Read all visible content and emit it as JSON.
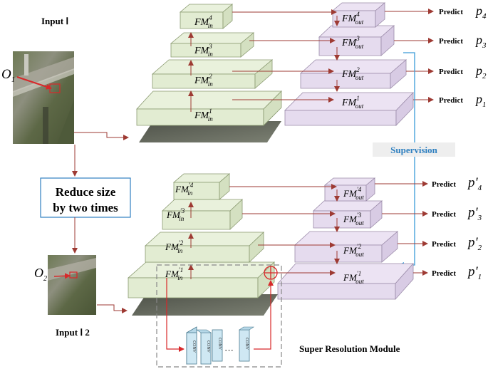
{
  "input1_label": "Input  Ⅰ",
  "input2_label": "Input  Ⅰ 2",
  "origin1_label": "O",
  "origin1_sub": "1",
  "origin2_label": "O",
  "origin2_sub": "2",
  "reduce_line1": "Reduce size",
  "reduce_line2": "by two times",
  "supervision_label": "Supervision",
  "sr_module_label": "Super Resolution Module",
  "conv_label": "CONV",
  "dots_label": "···",
  "predict_label": "Predict",
  "fm_in_top": [
    "FM",
    "FM",
    "FM",
    "FM"
  ],
  "fm_in_top_sup": [
    "4",
    "3",
    "2",
    "1"
  ],
  "fm_in_sub": "in",
  "fm_out_sub": "out",
  "fm_in_bottom_sup": [
    "'4",
    "'3",
    "'2",
    "'1"
  ],
  "outputs_top": [
    "p",
    "p",
    "p",
    "p"
  ],
  "outputs_top_sub": [
    "4",
    "3",
    "2",
    "1"
  ],
  "outputs_bottom": [
    "p'",
    "p'",
    "p'",
    "p'"
  ],
  "outputs_bottom_sub": [
    "4",
    "3",
    "2",
    "1"
  ],
  "colors": {
    "arrow": "#9e3a33",
    "supervision_line": "#3a9bd8",
    "supervision_text": "#2f80c0",
    "input_plate": "#e9f1dc",
    "output_plate": "#ece3f3",
    "conv_fill": "#cfe8f3",
    "reduce_border": "#2f7fc0",
    "sum_circle": "#d8282a"
  }
}
